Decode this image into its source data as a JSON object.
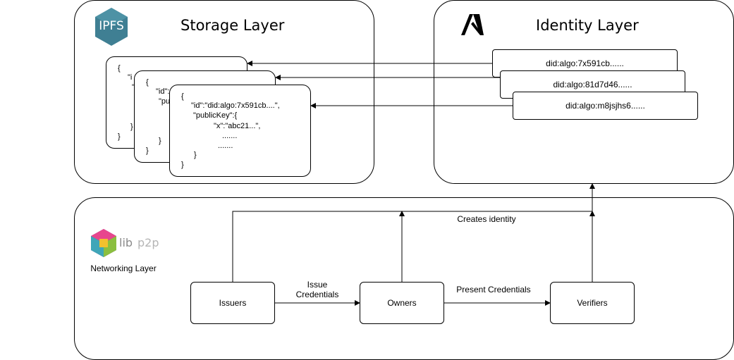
{
  "storage": {
    "title": "Storage Layer",
    "logo_text": "IPFS",
    "back_card": {
      "brace_open": "{",
      "frag1": "\"i",
      "frag2": "\"",
      "brace_inner": "}",
      "brace_close": "}"
    },
    "mid_card": {
      "brace_open": "{",
      "frag1": "\"id\":",
      "frag2": "\"pu",
      "brace_inner": "}",
      "brace_close": "}"
    },
    "front_card": {
      "brace_open": "{",
      "id_line": "\"id\":\"did:algo:7x591cb....\",",
      "pk_line": "\"publicKey\":{",
      "x_line": "\"x\":\"abc21...\",",
      "dots1": ".......",
      "dots2": ".......",
      "brace_inner": "}",
      "brace_close": "}"
    }
  },
  "identity": {
    "title": "Identity Layer",
    "dids": [
      "did:algo:7x591cb......",
      "did:algo:81d7d46......",
      "did:algo:m8jsjhs6......"
    ]
  },
  "network": {
    "logo_text_a": "lib",
    "logo_text_b": "p2p",
    "caption": "Networking Layer",
    "actors": {
      "issuers": "Issuers",
      "owners": "Owners",
      "verifiers": "Verifiers"
    },
    "edges": {
      "issue_line1": "Issue",
      "issue_line2": "Credentials",
      "present": "Present Credentials",
      "creates": "Creates identity"
    }
  },
  "colors": {
    "ipfs": "#3f7f93",
    "libp2p_text": "#9b9b9b",
    "stroke": "#000000"
  }
}
